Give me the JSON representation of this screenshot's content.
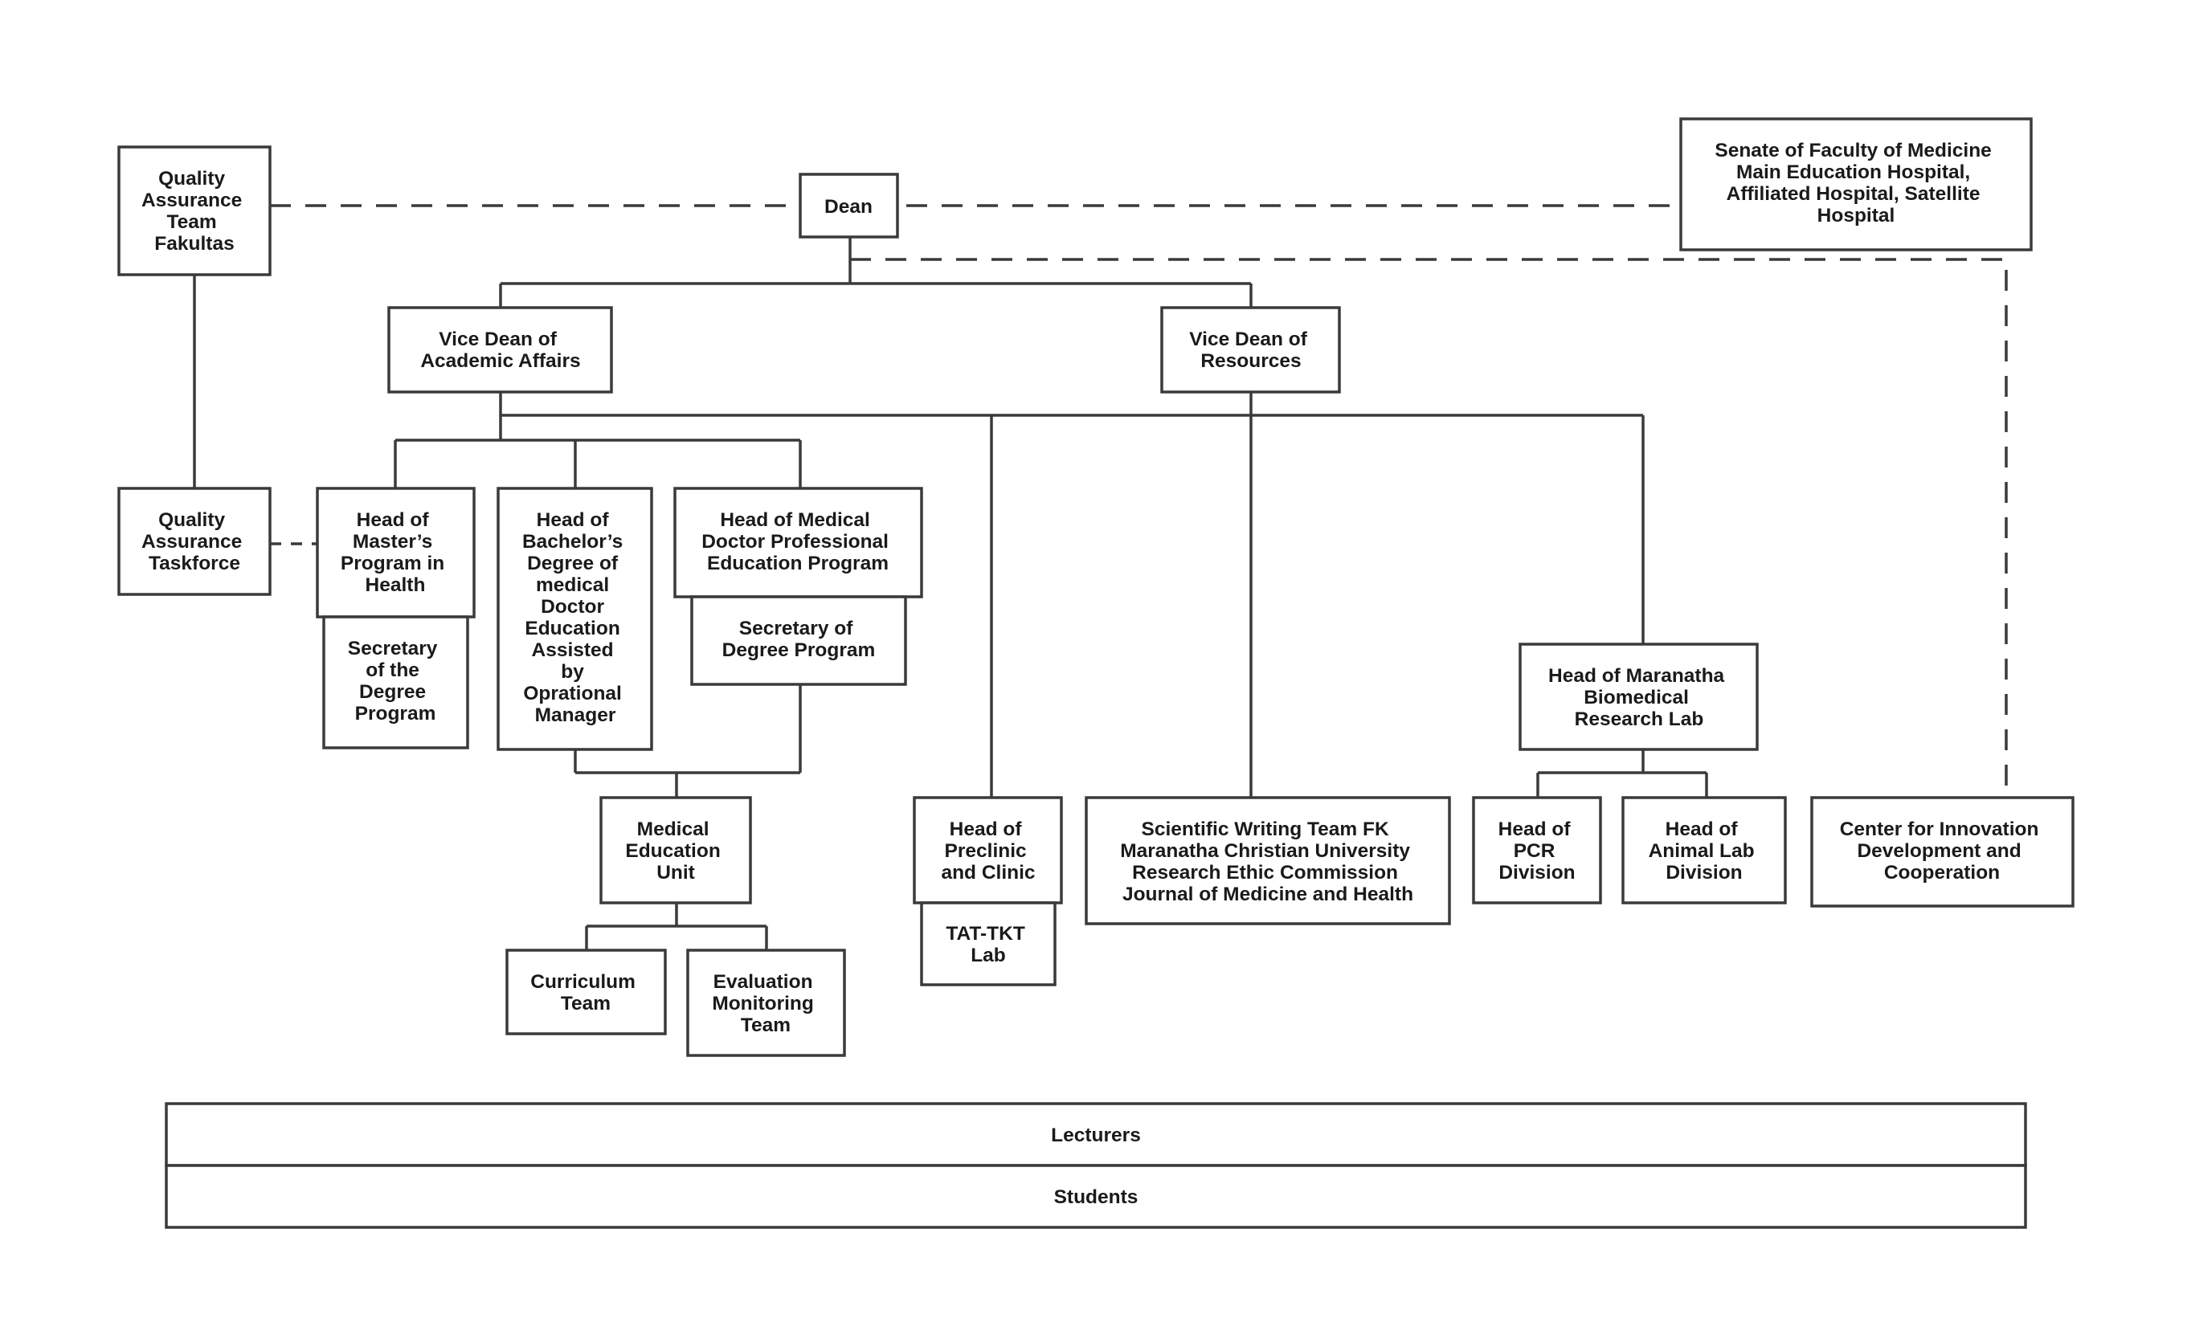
{
  "diagram": {
    "nodes": {
      "dean": [
        "Dean"
      ],
      "qa_team": [
        "Quality",
        "Assurance",
        "Team",
        "Fakultas"
      ],
      "qa_taskforce": [
        "Quality",
        "Assurance",
        "Taskforce"
      ],
      "senate": [
        "Senate of Faculty of Medicine",
        "Main Education Hospital,",
        "Affiliated Hospital, Satellite",
        "Hospital"
      ],
      "vd_academic": [
        "Vice Dean of",
        "Academic Affairs"
      ],
      "vd_resources": [
        "Vice Dean of",
        "Resources"
      ],
      "head_masters": [
        "Head of",
        "Master’s",
        "Program in",
        "Health"
      ],
      "sec_degree": [
        "Secretary",
        "of the",
        "Degree",
        "Program"
      ],
      "head_bachelor": [
        "Head of",
        "Bachelor’s",
        "Degree of",
        "medical",
        "Doctor",
        "Education",
        "Assisted",
        "by",
        "Oprational",
        "Manager"
      ],
      "head_md": [
        "Head of Medical",
        "Doctor Professional",
        "Education Program"
      ],
      "sec_md": [
        "Secretary of",
        "Degree Program"
      ],
      "med_edu_unit": [
        "Medical",
        "Education",
        "Unit"
      ],
      "curriculum": [
        "Curriculum",
        "Team"
      ],
      "evaluation": [
        "Evaluation",
        "Monitoring",
        "Team"
      ],
      "head_preclinic": [
        "Head of",
        "Preclinic",
        "and Clinic"
      ],
      "tat_tkt": [
        "TAT-TKT",
        "Lab"
      ],
      "sci_writing": [
        "Scientific Writing Team FK",
        "Maranatha Christian University",
        "Research Ethic Commission",
        "Journal of Medicine and Health"
      ],
      "head_biomed": [
        "Head of Maranatha",
        "Biomedical",
        "Research Lab"
      ],
      "head_pcr": [
        "Head of",
        "PCR",
        "Division"
      ],
      "head_animal": [
        "Head of",
        "Animal Lab",
        "Division"
      ],
      "innovation": [
        "Center for Innovation",
        "Development and",
        "Cooperation"
      ]
    },
    "bars": {
      "lecturers": "Lecturers",
      "students": "Students"
    },
    "colors": {
      "line": "#3a3a3a",
      "text": "#1a1a1a",
      "background": "#ffffff"
    }
  }
}
